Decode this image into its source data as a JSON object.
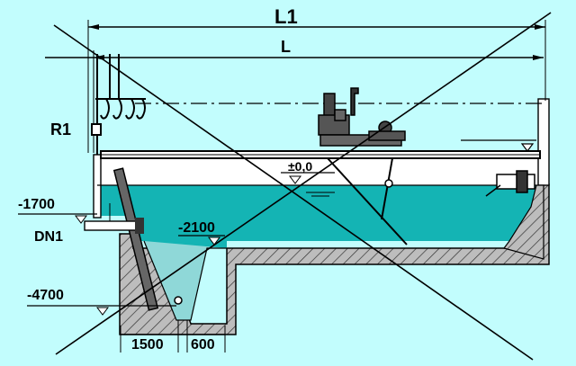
{
  "colors": {
    "background": "#c2fdfd",
    "water": "#14b4b4",
    "concrete": "#bdbdbd",
    "hatch": "#333333",
    "line": "#000000",
    "deck": "#ffffff"
  },
  "icons": {
    "bridge_drive": "machinery-icon",
    "level_marker": "triangle-marker-icon",
    "outlet_pipe": "pipe-icon"
  },
  "labels": {
    "overall_length": "L1",
    "basin_length": "L",
    "scum_removal": "R1",
    "inlet_pipe": "DN1",
    "zero_level": "±0,0",
    "level_1700": "-1700",
    "level_2100": "-2100",
    "level_4700": "-4700",
    "dim_1500": "1500",
    "dim_600": "600"
  }
}
